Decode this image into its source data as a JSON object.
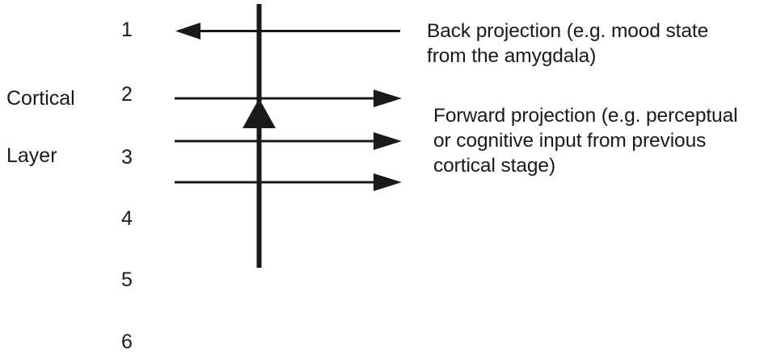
{
  "figure": {
    "type": "neuroscience-schematic",
    "background_color": "#ffffff",
    "ink_color": "#1a1a1a"
  },
  "axis": {
    "label_line_1": "Cortical",
    "label_line_2": "Layer"
  },
  "layers": [
    {
      "number": "1"
    },
    {
      "number": "2"
    },
    {
      "number": "3"
    },
    {
      "number": "4"
    },
    {
      "number": "5"
    },
    {
      "number": "6"
    }
  ],
  "captions": {
    "back_projection": "Back projection (e.g. mood state from the amygdala)",
    "back_projection_lines": [
      "Back projection (e.g. mood state",
      "from the amygdala)"
    ],
    "forward_projection": "Forward projection (e.g. perceptual or cognitive input from previous cortical stage)",
    "forward_projection_lines": [
      "Forward projection (e.g. perceptual",
      "or cognitive input from previous",
      "cortical stage)"
    ]
  },
  "arrows": [
    {
      "name": "back-projection-arrow",
      "direction": "left",
      "layer": "1"
    },
    {
      "name": "forward-projection-arrow-1",
      "direction": "right",
      "layer": "2"
    },
    {
      "name": "forward-projection-arrow-2",
      "direction": "right",
      "layer": "3"
    },
    {
      "name": "forward-projection-arrow-3",
      "direction": "right",
      "layer": "3"
    }
  ],
  "neuron": {
    "apical_dendrite_name": "apical-dendrite-vertical-line",
    "soma_name": "pyramidal-cell-soma-triangle"
  }
}
